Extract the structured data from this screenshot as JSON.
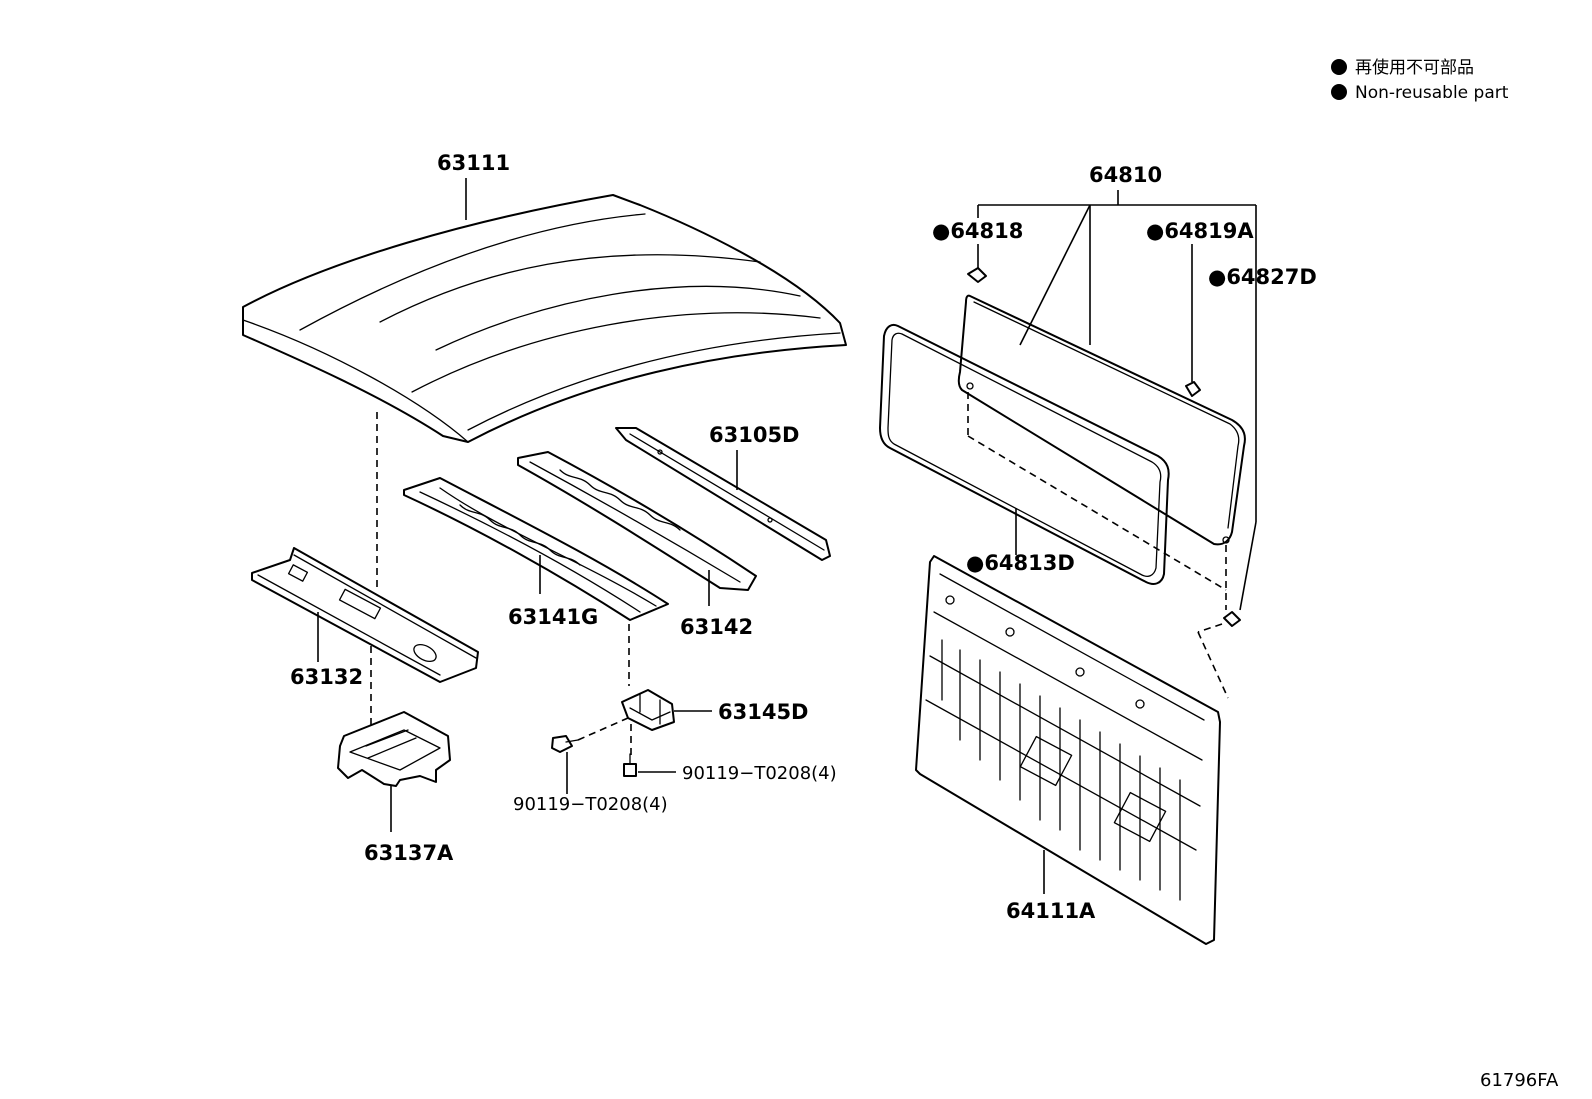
{
  "legend": {
    "items": [
      {
        "symbol": "●",
        "label": "再使用不可部品"
      },
      {
        "symbol": "●",
        "label": "Non-reusable part"
      }
    ]
  },
  "parts": {
    "p63111": "63111",
    "p64810": "64810",
    "p64818": "●64818",
    "p64819A": "●64819A",
    "p64827D": "●64827D",
    "p63105D": "63105D",
    "p64813D": "●64813D",
    "p63141G": "63141G",
    "p63142": "63142",
    "p63132": "63132",
    "p63145D": "63145D",
    "p90119a": "90119−T0208(4)",
    "p90119b": "90119−T0208(4)",
    "p63137A": "63137A",
    "p64111A": "64111A"
  },
  "diagram_ref": "61796FA"
}
